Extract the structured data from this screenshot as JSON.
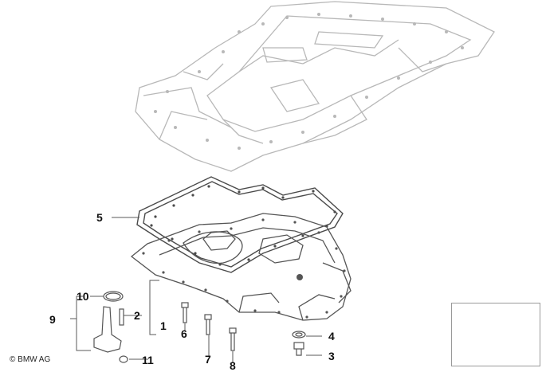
{
  "diagram": {
    "callouts": [
      {
        "id": "1",
        "label": "1"
      },
      {
        "id": "2",
        "label": "2"
      },
      {
        "id": "3",
        "label": "3"
      },
      {
        "id": "4",
        "label": "4"
      },
      {
        "id": "5",
        "label": "5"
      },
      {
        "id": "6",
        "label": "6"
      },
      {
        "id": "7",
        "label": "7"
      },
      {
        "id": "8",
        "label": "8"
      },
      {
        "id": "9",
        "label": "9"
      },
      {
        "id": "10",
        "label": "10"
      },
      {
        "id": "11",
        "label": "11"
      }
    ],
    "copyright": "© BMW AG",
    "colors": {
      "line": "#5a5a5a",
      "engine_line": "#b8b8b8",
      "marker": "#000000"
    }
  }
}
